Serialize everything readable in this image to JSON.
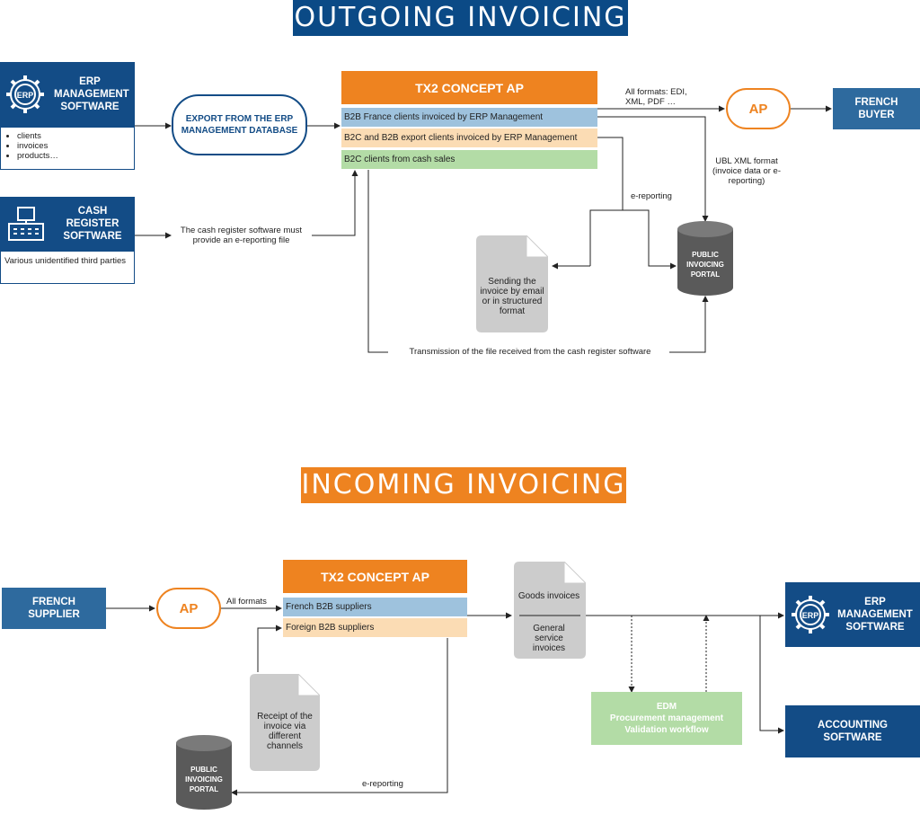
{
  "outgoing": {
    "title": "OUTGOING INVOICING",
    "erp_label": "ERP MANAGEMENT SOFTWARE",
    "erp_items": [
      "clients",
      "invoices",
      "products…"
    ],
    "cash_label": "CASH REGISTER SOFTWARE",
    "cash_note": "Various unidentified third parties",
    "export_label": "EXPORT FROM THE ERP MANAGEMENT DATABASE",
    "tx2_title": "TX2 CONCEPT AP",
    "rows": [
      "B2B France clients invoiced by ERP Management",
      "B2C and B2B export clients invoiced by ERP Management",
      "B2C clients from cash sales"
    ],
    "all_formats": "All formats: EDI, XML, PDF …",
    "ap_label": "AP",
    "french_buyer": "FRENCH BUYER",
    "ubl_note": "UBL XML format (invoice data or e-reporting)",
    "ereporting": "e-reporting",
    "cash_must": "The cash register software must provide an e-reporting file",
    "sending_doc": "Sending the invoice by email or in structured format",
    "portal_label": "PUBLIC INVOICING PORTAL",
    "transmission": "Transmission of the file received from the cash register software"
  },
  "incoming": {
    "title": "INCOMING INVOICING",
    "french_supplier": "FRENCH SUPPLIER",
    "ap_label": "AP",
    "all_formats": "All formats",
    "tx2_title": "TX2 CONCEPT AP",
    "rows": [
      "French B2B suppliers",
      "Foreign B2B suppliers"
    ],
    "goods": "Goods invoices",
    "general": "General service invoices",
    "erp_label": "ERP MANAGEMENT SOFTWARE",
    "accounting": "ACCOUNTING SOFTWARE",
    "edm_lines": [
      "EDM",
      "Procurement management",
      "Validation workflow"
    ],
    "receipt_doc": "Receipt of the invoice via different channels",
    "portal_label": "PUBLIC INVOICING PORTAL",
    "ereporting": "e-reporting"
  },
  "icons": [
    "erp-gear-icon",
    "cash-register-icon",
    "document-icon",
    "database-cylinder-icon"
  ],
  "colors": {
    "navy": "#134c86",
    "orange": "#ee8320",
    "green": "#b3dca6",
    "blue_row": "#9ec2dd",
    "peach_row": "#fbdcb4",
    "gray": "#cccccc"
  }
}
